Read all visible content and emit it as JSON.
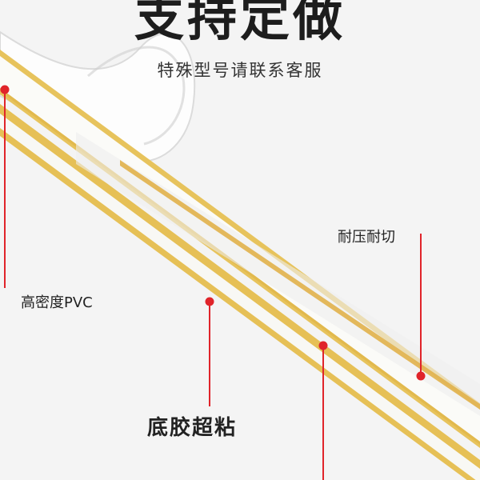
{
  "header": {
    "headline": "支持定做",
    "subtitle": "特殊型号请联系客服"
  },
  "callouts": [
    {
      "label": "耐压耐切"
    },
    {
      "label": "高密度PVC"
    },
    {
      "label": "底胶超粘"
    }
  ],
  "colors": {
    "background": "#f4f4f4",
    "strip_gold": "#e7c35c",
    "strip_white": "#fbfbf8",
    "pointer_red": "#e0242a"
  }
}
